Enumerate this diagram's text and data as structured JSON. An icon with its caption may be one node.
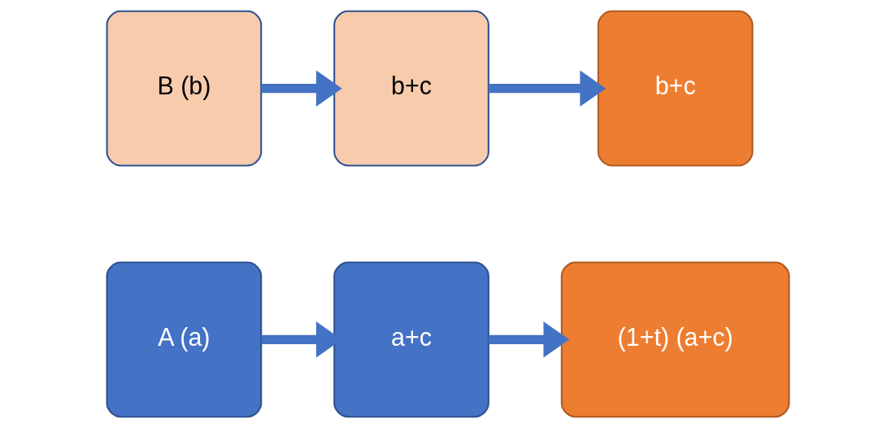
{
  "diagram": {
    "nodes": [
      {
        "text": [
          "A (a)"
        ]
      },
      {
        "text": [
          "a+c"
        ]
      },
      {
        "text": [
          "(1+t) (a+c)"
        ]
      },
      {
        "text": [
          "B (b)"
        ]
      },
      {
        "text": [
          "b+c"
        ]
      },
      {
        "text": [
          "b+c"
        ]
      }
    ],
    "edges": [
      {
        "from": 0,
        "to": 1,
        "arrow": "to"
      },
      {
        "from": 1,
        "to": 2,
        "arrow": "to"
      },
      {
        "from": 3,
        "to": 4,
        "arrow": "to"
      },
      {
        "from": 4,
        "to": 5,
        "arrow": "to"
      }
    ]
  }
}
